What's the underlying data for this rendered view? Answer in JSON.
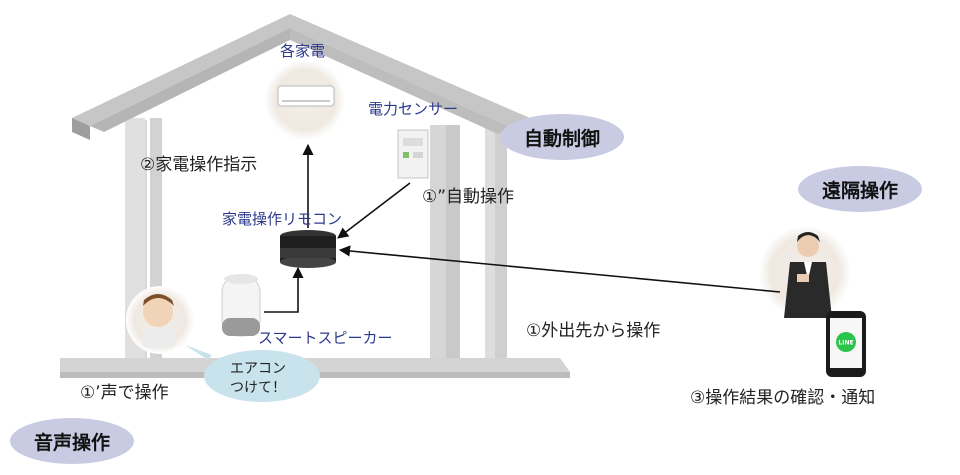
{
  "labels": {
    "appliances": "各家電",
    "power_sensor": "電力センサー",
    "appliance_instruction": "②家電操作指示",
    "auto_operation": "①”自動操作",
    "remote_controller": "家電操作リモコン",
    "voice_operation_step": "①’声で操作",
    "smart_speaker": "スマートスピーカー",
    "remote_from_outside": "①外出先から操作",
    "result_notification": "③操作結果の確認・通知"
  },
  "speech_bubble": {
    "line1": "エアコン",
    "line2": "つけて！"
  },
  "badges": {
    "auto_control": "自動制御",
    "remote_operation": "遠隔操作",
    "voice_operation": "音声操作"
  },
  "phone_app_text": "LINE",
  "colors": {
    "badge_fill": "#c9cbe3",
    "label_blue": "#2d3a8c",
    "house_gray": "#cfcfcf",
    "phone_app_green": "#2bc44b"
  }
}
